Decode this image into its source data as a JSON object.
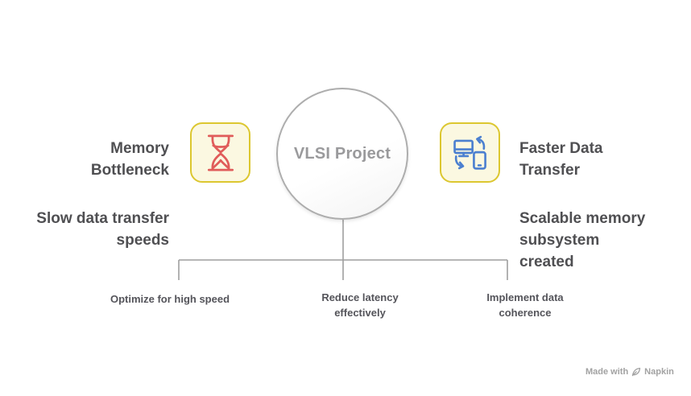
{
  "diagram": {
    "center": {
      "label": "VLSI Project"
    },
    "left_node": {
      "icon": "hourglass-icon",
      "title": "Memory\nBottleneck",
      "subtitle": "Slow data transfer\nspeeds"
    },
    "right_node": {
      "icon": "data-transfer-icon",
      "title": "Faster Data\nTransfer",
      "subtitle": "Scalable memory\nsubsystem\ncreated"
    },
    "branches": [
      {
        "label": "Optimize for high speed"
      },
      {
        "label": "Reduce latency\neffectively"
      },
      {
        "label": "Implement data\ncoherence"
      }
    ]
  },
  "watermark": {
    "prefix": "Made with",
    "brand": "Napkin"
  },
  "colors": {
    "background": "#ffffff",
    "center_node_border": "#adadad",
    "center_node_text": "#9a9a9c",
    "icon_box_bg": "#fbf8e1",
    "icon_box_border": "#dcc730",
    "hourglass_red": "#e05c5a",
    "transfer_blue": "#4c80d0",
    "body_text": "#4f4f52",
    "branch_text": "#54545a",
    "connector_line": "#9e9e9e",
    "watermark_text": "#a2a2a2"
  }
}
